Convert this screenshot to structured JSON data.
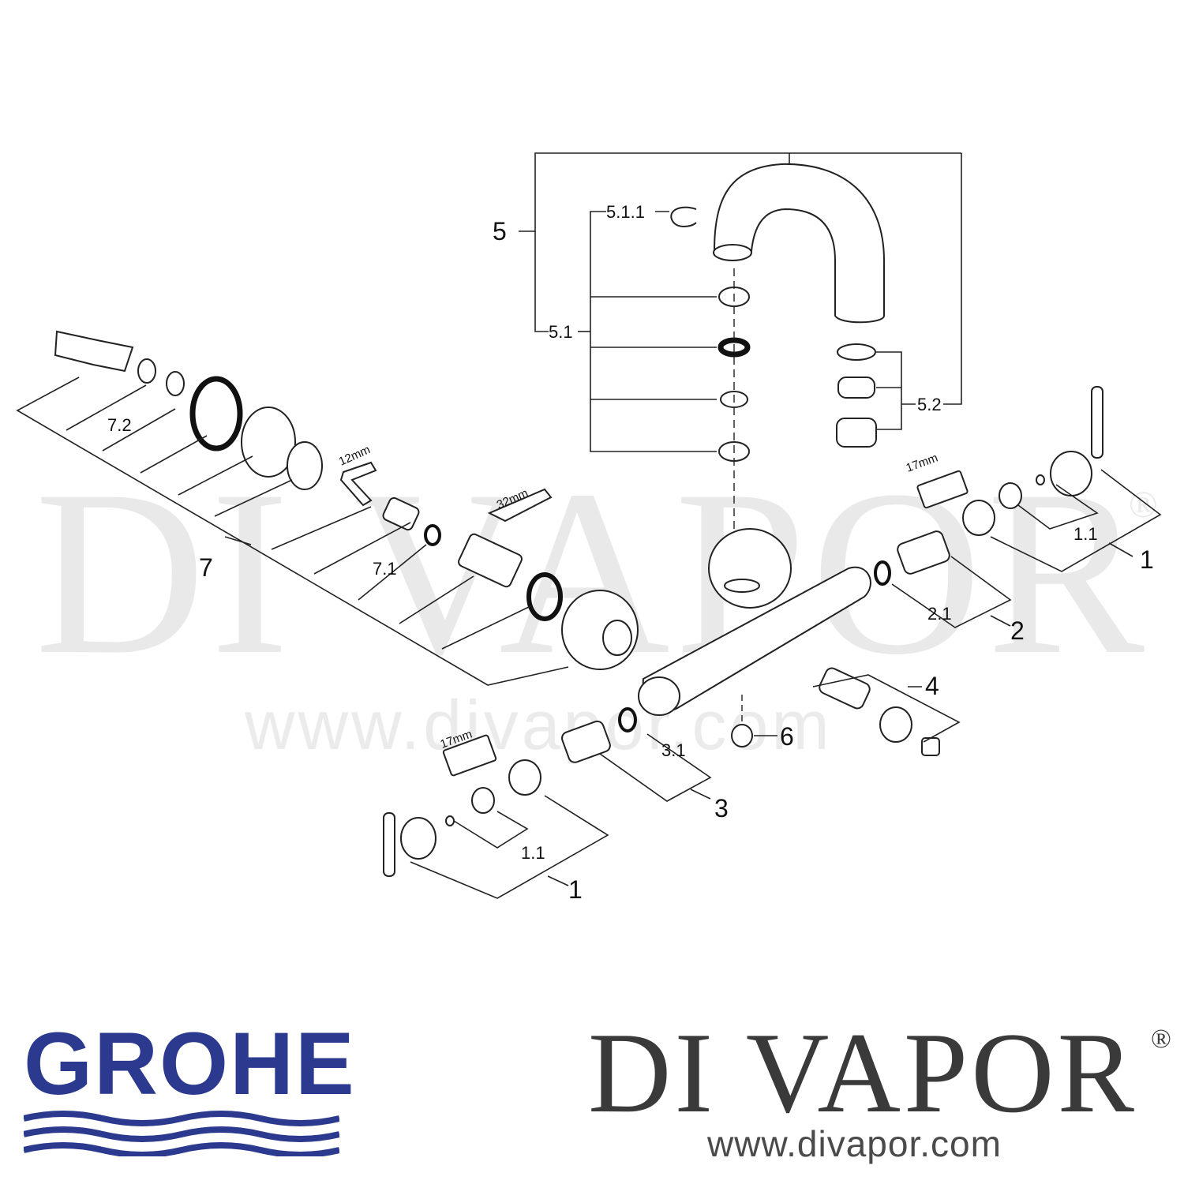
{
  "watermark": {
    "brand": "DI VAPOR",
    "registered": "®",
    "url": "www.divapor.com"
  },
  "callouts": {
    "c1_right": "1",
    "c1_1_right": "1.1",
    "c2": "2",
    "c2_1": "2.1",
    "c3": "3",
    "c3_1": "3.1",
    "c4": "4",
    "c5": "5",
    "c5_1": "5.1",
    "c5_1_1": "5.1.1",
    "c5_2": "5.2",
    "c6": "6",
    "c7": "7",
    "c7_1": "7.1",
    "c7_2": "7.2",
    "c1_left": "1",
    "c1_1_left": "1.1"
  },
  "tools": {
    "hex_key": "12mm",
    "wrench": "32mm",
    "socket_right": "17mm",
    "socket_left": "17mm"
  },
  "footer": {
    "manufacturer_logo": "GROHE",
    "retailer_name": "DI VAPOR",
    "retailer_registered": "®",
    "retailer_url": "www.divapor.com",
    "logo_color": "#2b3a8f"
  }
}
